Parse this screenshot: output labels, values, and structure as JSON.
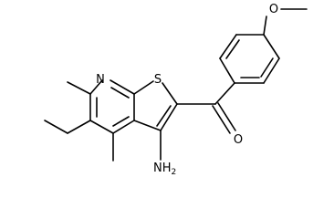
{
  "structure": {
    "atoms": {
      "nitrogen": "N",
      "sulfur": "S",
      "oxygen_ketone": "O",
      "oxygen_ether": "O",
      "amino": "NH",
      "amino_subscript": "2"
    },
    "colors": {
      "bond": "#000000",
      "label": "#000000",
      "background": "#ffffff"
    }
  }
}
